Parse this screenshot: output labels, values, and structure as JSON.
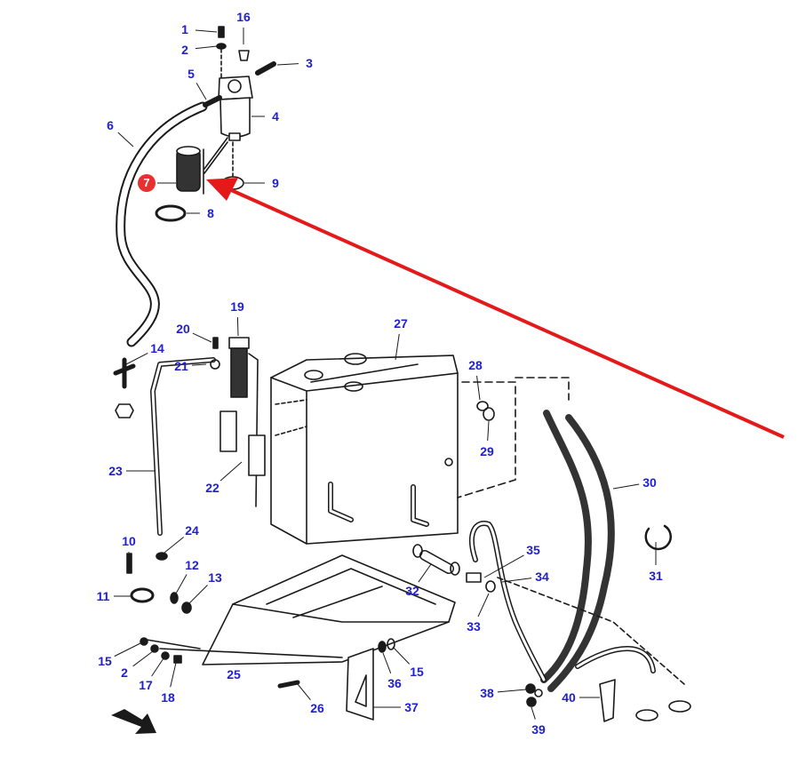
{
  "diagram": {
    "callouts": [
      "1",
      "16",
      "2",
      "3",
      "5",
      "4",
      "6",
      "7",
      "9",
      "8",
      "19",
      "27",
      "20",
      "14",
      "21",
      "28",
      "29",
      "30",
      "23",
      "22",
      "24",
      "10",
      "12",
      "13",
      "35",
      "34",
      "31",
      "11",
      "32",
      "33",
      "15",
      "2",
      "17",
      "18",
      "25",
      "15",
      "36",
      "26",
      "37",
      "38",
      "40",
      "39"
    ],
    "highlighted_callout": "7",
    "colors": {
      "callout_text": "#2020d0",
      "highlight": "#e83030",
      "pointer_arrow": "#e41a1a",
      "line_art": "#1a1a1a"
    },
    "icons": [
      "red-pointer-arrow",
      "direction-arrow"
    ]
  }
}
